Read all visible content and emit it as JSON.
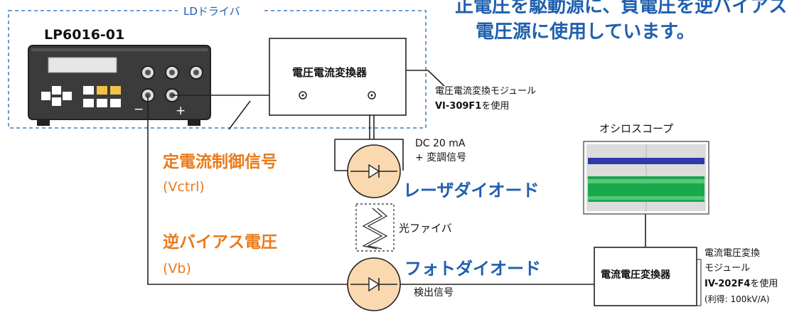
{
  "caption": {
    "line1": "正電圧を駆動源に、負電圧を逆バイアス",
    "line2": "電圧源に使用しています。"
  },
  "ld_driver": {
    "group_label": "LDドライバ",
    "model": "LP6016-01",
    "minus": "−",
    "plus": "+"
  },
  "vi_converter": {
    "box_label": "電圧電流変換器",
    "note_line1": "電圧電流変換モジュール",
    "note_model": "VI-309F1",
    "note_suffix": "を使用"
  },
  "laser": {
    "label": "レーザダイオード",
    "current_line1": "DC 20 mA",
    "current_line2": "+ 変調信号"
  },
  "signals": {
    "control_label": "定電流制御信号",
    "control_sub": "(Vctrl)",
    "bias_label": "逆バイアス電圧",
    "bias_sub": "(Vb)"
  },
  "fiber": {
    "label": "光ファイバ"
  },
  "photodiode": {
    "label": "フォトダイオード",
    "detect": "検出信号"
  },
  "oscilloscope": {
    "title": "オシロスコープ"
  },
  "iv_converter": {
    "box_label": "電流電圧変換器",
    "note_line1": "電流電圧変換",
    "note_line2": "モジュール",
    "note_model": "IV-202F4",
    "note_suffix": "を使用",
    "gain": "(利得: 100kV/A)"
  },
  "colors": {
    "accent_blue": "#1f5fae",
    "accent_orange": "#ea7a1a",
    "diode_fill": "#fbd9b0",
    "panel_dark": "#3b3b3b",
    "scope_blue": "#2d3aa8",
    "scope_green": "#1aa84d"
  }
}
